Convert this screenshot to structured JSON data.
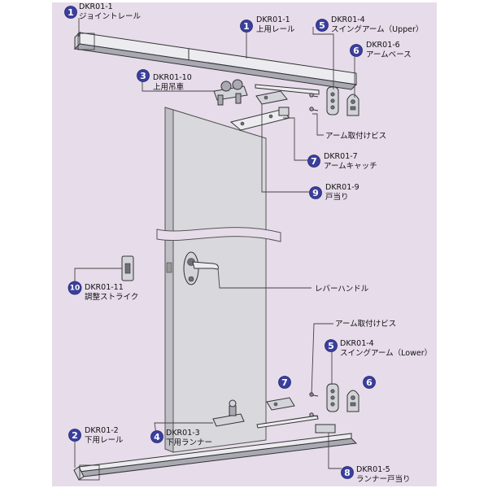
{
  "colors": {
    "background": "#e7dcea",
    "badge": "#3a3f9e",
    "door": "#d9d9dd",
    "door_edge": "#bfbfc5"
  },
  "callouts": [
    {
      "id": "c1a",
      "number": "1",
      "code": "DKR01-1",
      "name": "ジョイントレール"
    },
    {
      "id": "c1b",
      "number": "1",
      "code": "DKR01-1",
      "name": "上用レール"
    },
    {
      "id": "c5a",
      "number": "5",
      "code": "DKR01-4",
      "name": "スイングアーム（Upper）"
    },
    {
      "id": "c6a",
      "number": "6",
      "code": "DKR01-6",
      "name": "アームベース"
    },
    {
      "id": "c3",
      "number": "3",
      "code": "DKR01-10",
      "name": "上用吊車"
    },
    {
      "id": "c7a",
      "number": "7",
      "code": "DKR01-7",
      "name": "アームキャッチ"
    },
    {
      "id": "c9",
      "number": "9",
      "code": "DKR01-9",
      "name": "戸当り"
    },
    {
      "id": "c10",
      "number": "10",
      "code": "DKR01-11",
      "name": "調整ストライク"
    },
    {
      "id": "c5b",
      "number": "5",
      "code": "DKR01-4",
      "name": "スイングアーム（Lower）"
    },
    {
      "id": "c6b",
      "number": "6",
      "code": "",
      "name": ""
    },
    {
      "id": "c7b",
      "number": "7",
      "code": "",
      "name": ""
    },
    {
      "id": "c4",
      "number": "4",
      "code": "DKR01-3",
      "name": "下用ランナー"
    },
    {
      "id": "c2",
      "number": "2",
      "code": "DKR01-2",
      "name": "下用レール"
    },
    {
      "id": "c8",
      "number": "8",
      "code": "DKR01-5",
      "name": "ランナー戸当り"
    }
  ],
  "plain_labels": {
    "arm_screw_upper": "アーム取付けビス",
    "arm_screw_lower": "アーム取付けビス",
    "lever_handle": "レバーハンドル"
  }
}
